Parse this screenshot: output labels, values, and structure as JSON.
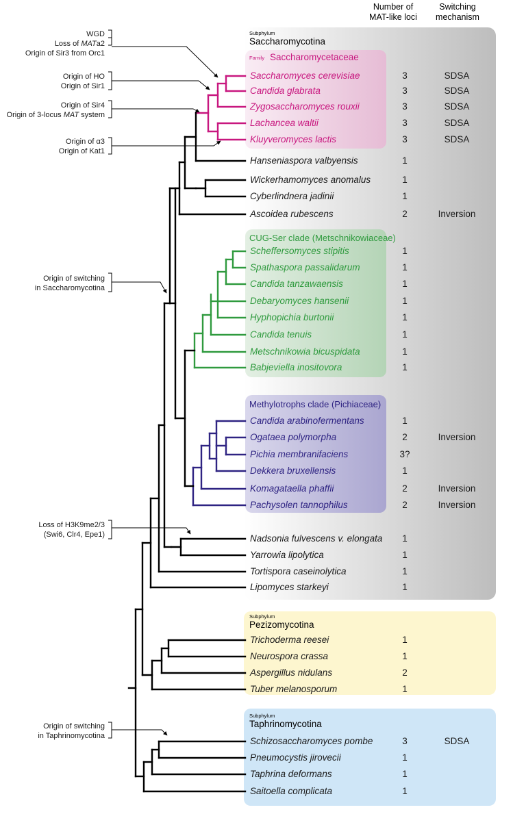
{
  "headers": {
    "number_line1": "Number of",
    "number_line2": "MAT-like loci",
    "switch_line1": "Switching",
    "switch_line2": "mechanism"
  },
  "groups": {
    "saccharomycotina": {
      "small": "Subphylum",
      "name": "Saccharomycotina"
    },
    "saccharomycetaceae": {
      "small": "Family",
      "name": "Saccharomycetaceae"
    },
    "cug": {
      "name": "CUG-Ser clade (Metschnikowiaceae)"
    },
    "methylo": {
      "name": "Methylotrophs clade (Pichiaceae)"
    },
    "pezizomycotina": {
      "small": "Subphylum",
      "name": "Pezizomycotina"
    },
    "taphrinomycotina": {
      "small": "Subphylum",
      "name": "Taphrinomycotina"
    }
  },
  "colors": {
    "black": "#000000",
    "magenta": "#c8177f",
    "green": "#2f9a3e",
    "purple": "#2e2382",
    "sacch_box": "#c9c9c9",
    "fam_box": "#ecc6dc",
    "cug_box": "#c7dfc8",
    "methylo_box": "#b9b6d8",
    "pez_box": "#fdf6cf",
    "taph_box": "#cfe6f7"
  },
  "taxa": [
    {
      "name": "Saccharomyces cerevisiae",
      "loci": "3",
      "mechanism": "SDSA"
    },
    {
      "name": "Candida glabrata",
      "loci": "3",
      "mechanism": "SDSA"
    },
    {
      "name": "Zygosaccharomyces rouxii",
      "loci": "3",
      "mechanism": "SDSA"
    },
    {
      "name": "Lachancea waltii",
      "loci": "3",
      "mechanism": "SDSA"
    },
    {
      "name": "Kluyveromyces lactis",
      "loci": "3",
      "mechanism": "SDSA"
    },
    {
      "name": "Hanseniaspora valbyensis",
      "loci": "1",
      "mechanism": ""
    },
    {
      "name": "Wickerhamomyces anomalus",
      "loci": "1",
      "mechanism": ""
    },
    {
      "name": "Cyberlindnera jadinii",
      "loci": "1",
      "mechanism": ""
    },
    {
      "name": "Ascoidea rubescens",
      "loci": "2",
      "mechanism": "Inversion"
    },
    {
      "name": "Scheffersomyces stipitis",
      "loci": "1",
      "mechanism": ""
    },
    {
      "name": "Spathaspora passalidarum",
      "loci": "1",
      "mechanism": ""
    },
    {
      "name": "Candida tanzawaensis",
      "loci": "1",
      "mechanism": ""
    },
    {
      "name": "Debaryomyces hansenii",
      "loci": "1",
      "mechanism": ""
    },
    {
      "name": "Hyphopichia burtonii",
      "loci": "1",
      "mechanism": ""
    },
    {
      "name": "Candida tenuis",
      "loci": "1",
      "mechanism": ""
    },
    {
      "name": "Metschnikowia bicuspidata",
      "loci": "1",
      "mechanism": ""
    },
    {
      "name": "Babjeviella inositovora",
      "loci": "1",
      "mechanism": ""
    },
    {
      "name": "Candida arabinofermentans",
      "loci": "1",
      "mechanism": ""
    },
    {
      "name": "Ogataea polymorpha",
      "loci": "2",
      "mechanism": "Inversion"
    },
    {
      "name": "Pichia membranifaciens",
      "loci": "3?",
      "mechanism": ""
    },
    {
      "name": "Dekkera bruxellensis",
      "loci": "1",
      "mechanism": ""
    },
    {
      "name": "Komagataella phaffii",
      "loci": "2",
      "mechanism": "Inversion"
    },
    {
      "name": "Pachysolen tannophilus",
      "loci": "2",
      "mechanism": "Inversion"
    },
    {
      "name": "Nadsonia fulvescens v. elongata",
      "loci": "1",
      "mechanism": ""
    },
    {
      "name": "Yarrowia lipolytica",
      "loci": "1",
      "mechanism": ""
    },
    {
      "name": "Tortispora caseinolytica",
      "loci": "1",
      "mechanism": ""
    },
    {
      "name": "Lipomyces starkeyi",
      "loci": "1",
      "mechanism": ""
    },
    {
      "name": "Trichoderma reesei",
      "loci": "1",
      "mechanism": ""
    },
    {
      "name": "Neurospora crassa",
      "loci": "1",
      "mechanism": ""
    },
    {
      "name": "Aspergillus nidulans",
      "loci": "2",
      "mechanism": ""
    },
    {
      "name": "Tuber melanosporum",
      "loci": "1",
      "mechanism": ""
    },
    {
      "name": "Schizosaccharomyces pombe",
      "loci": "3",
      "mechanism": "SDSA"
    },
    {
      "name": "Pneumocystis jirovecii",
      "loci": "1",
      "mechanism": ""
    },
    {
      "name": "Taphrina deformans",
      "loci": "1",
      "mechanism": ""
    },
    {
      "name": "Saitoella complicata",
      "loci": "1",
      "mechanism": ""
    }
  ],
  "annotations": {
    "a1": {
      "line1": "WGD",
      "line2_pre": "Loss of ",
      "line2_it": "MAT",
      "line2_post": "a2",
      "line3": "Origin of Sir3 from Orc1"
    },
    "a2": {
      "line1": "Origin of HO",
      "line2": "Origin of Sir1"
    },
    "a3": {
      "line1": "Origin of Sir4",
      "line2_pre": "Origin of 3-locus ",
      "line2_it": "MAT",
      "line2_post": " system"
    },
    "a4": {
      "line1": "Origin of α3",
      "line2": "Origin of Kat1"
    },
    "a5": {
      "line1": "Origin of switching",
      "line2": "in Saccharomycotina"
    },
    "a6": {
      "line1": "Loss of H3K9me2/3",
      "line2": "(Swi6, Clr4, Epe1)"
    },
    "a7": {
      "line1": "Origin of switching",
      "line2": "in Taphrinomycotina"
    }
  }
}
